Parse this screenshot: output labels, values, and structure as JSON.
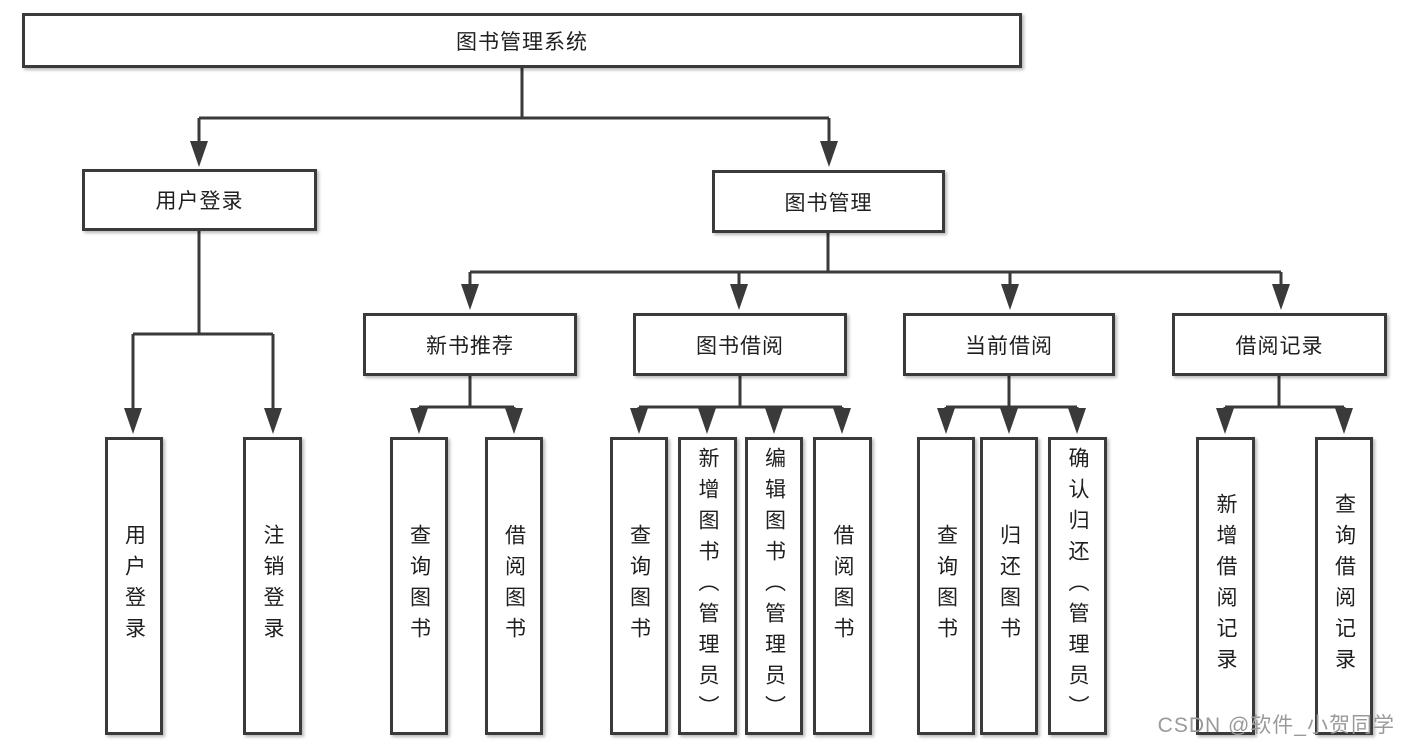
{
  "tree": {
    "root": {
      "label": "图书管理系统"
    },
    "branches": [
      {
        "label": "用户登录",
        "children": [
          {
            "label": "用户登录"
          },
          {
            "label": "注销登录"
          }
        ]
      },
      {
        "label": "图书管理",
        "children": [
          {
            "label": "新书推荐",
            "children": [
              {
                "label": "查询图书"
              },
              {
                "label": "借阅图书"
              }
            ]
          },
          {
            "label": "图书借阅",
            "children": [
              {
                "label": "查询图书"
              },
              {
                "label": "新增图书（管理员）"
              },
              {
                "label": "编辑图书（管理员）"
              },
              {
                "label": "借阅图书"
              }
            ]
          },
          {
            "label": "当前借阅",
            "children": [
              {
                "label": "查询图书"
              },
              {
                "label": "归还图书"
              },
              {
                "label": "确认归还（管理员）"
              }
            ]
          },
          {
            "label": "借阅记录",
            "children": [
              {
                "label": "新增借阅记录"
              },
              {
                "label": "查询借阅记录"
              }
            ]
          }
        ]
      }
    ]
  },
  "watermark": {
    "text": "CSDN @软件_小贺同学"
  },
  "colors": {
    "line": "#3a3a3a",
    "text": "#1f1f1f",
    "watermark": "#9a9a9a",
    "background": "#ffffff"
  }
}
